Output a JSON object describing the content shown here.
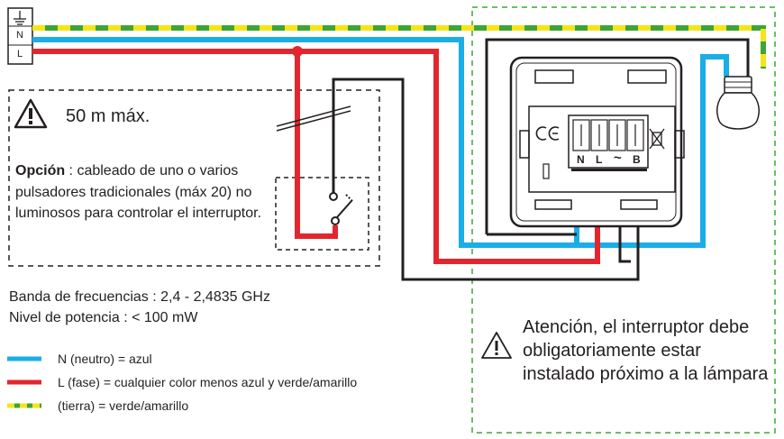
{
  "terminal_box": {
    "earth_symbol": "⏚",
    "neutral": "N",
    "line": "L"
  },
  "warning_distance": "50 m máx.",
  "option_note": {
    "bold": "Opción",
    "text": " : cableado de uno o varios pulsadores tradicionales (máx 20) no luminosos para controlar el interruptor."
  },
  "specs": {
    "frequency": "Banda de frecuencias : 2,4 - 2,4835 GHz",
    "power": "Nivel de potencia : < 100 mW"
  },
  "legend": [
    {
      "color": "#1aaee6",
      "label": "N (neutro) = azul"
    },
    {
      "color": "#e3262d",
      "label": "L (fase) = cualquier color menos azul y verde/amarillo"
    },
    {
      "color": "#3ea535",
      "stripe_color": "#f4e51a",
      "label": "(tierra) = verde/amarillo"
    }
  ],
  "module_terminals": [
    "N",
    "L",
    "~",
    "B"
  ],
  "install_warning": "Atención, el interruptor debe obligatoriamente estar instalado próximo a la lámpara",
  "colors": {
    "neutral": "#1aaee6",
    "phase": "#e3262d",
    "earth_green": "#3ea535",
    "earth_yellow": "#f4e51a",
    "wire_black": "#231f20",
    "dashed_green": "#3ea535"
  }
}
